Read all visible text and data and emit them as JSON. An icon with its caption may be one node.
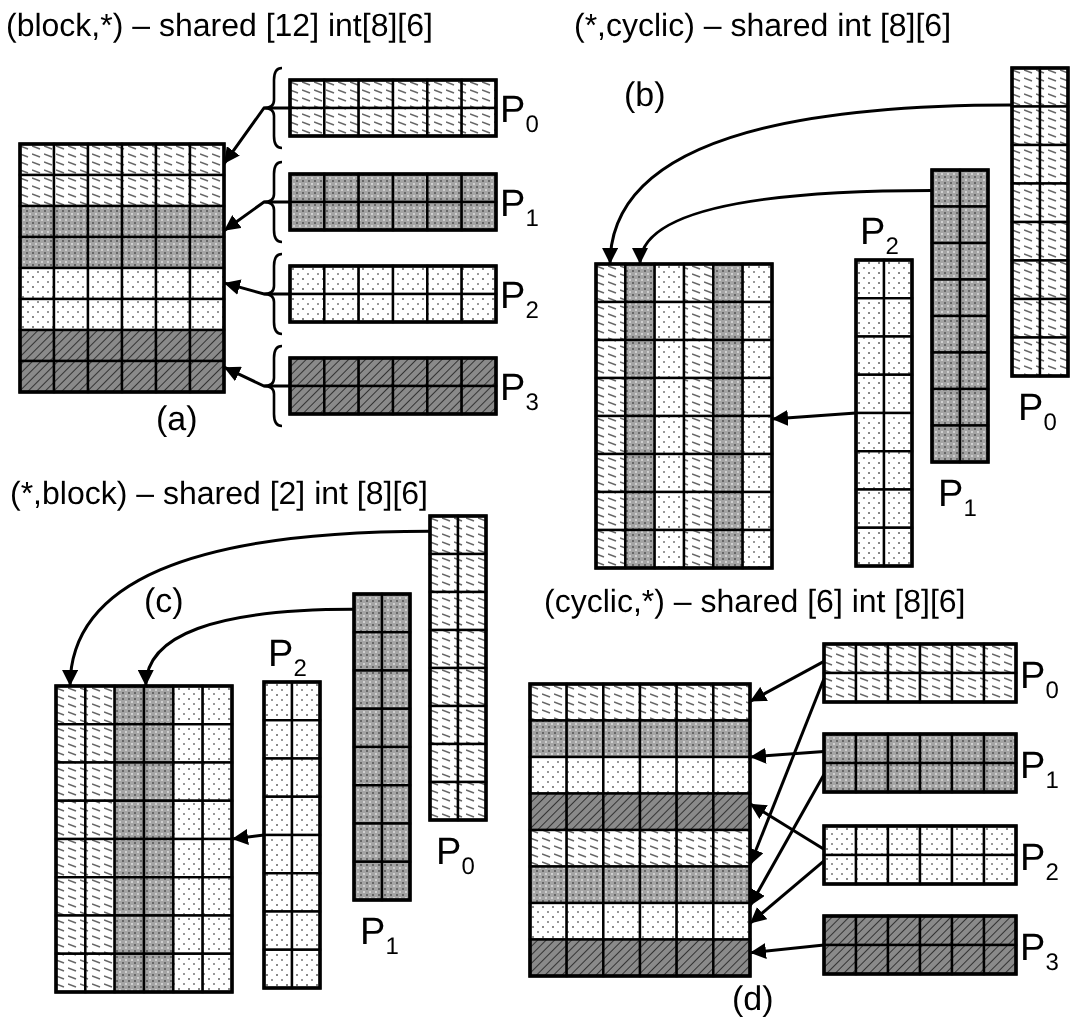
{
  "diagram": {
    "nodes": [
      {
        "text": [],
        "shape": "grid"
      },
      {
        "text": [
          "P$_{0}$"
        ]
      },
      {
        "text": [
          "P$_{1}$"
        ]
      },
      {
        "text": [
          "P$_{2}$"
        ]
      },
      {
        "text": [
          "P$_{3}$"
        ]
      },
      {
        "text": [],
        "shape": "grid"
      },
      {
        "text": [
          "P$_{0}$"
        ]
      },
      {
        "text": [
          "P$_{1}$"
        ]
      },
      {
        "text": [
          "P$_{2}$"
        ]
      },
      {
        "text": [],
        "shape": "grid"
      },
      {
        "text": [
          "P$_{0}$"
        ]
      },
      {
        "text": [
          "P$_{1}$"
        ]
      },
      {
        "text": [
          "P$_{2}$"
        ]
      },
      {
        "text": [],
        "shape": "grid"
      },
      {
        "text": [
          "P$_{0}$"
        ]
      },
      {
        "text": [
          "P$_{1}$"
        ]
      },
      {
        "text": [
          "P$_{2}$"
        ]
      },
      {
        "text": [
          "P$_{3}$"
        ]
      }
    ],
    "edges": [
      {
        "from": 1,
        "to": 0,
        "arrow": "to"
      },
      {
        "from": 2,
        "to": 0,
        "arrow": "to"
      },
      {
        "from": 3,
        "to": 0,
        "arrow": "to"
      },
      {
        "from": 4,
        "to": 0,
        "arrow": "to"
      },
      {
        "from": 6,
        "to": 5,
        "arrow": "to"
      },
      {
        "from": 7,
        "to": 5,
        "arrow": "to"
      },
      {
        "from": 8,
        "to": 5,
        "arrow": "to"
      },
      {
        "from": 10,
        "to": 9,
        "arrow": "to"
      },
      {
        "from": 11,
        "to": 9,
        "arrow": "to"
      },
      {
        "from": 12,
        "to": 9,
        "arrow": "to"
      },
      {
        "from": 14,
        "to": 13,
        "arrow": "to"
      },
      {
        "from": 14,
        "to": 13,
        "arrow": "to"
      },
      {
        "from": 15,
        "to": 13,
        "arrow": "to"
      },
      {
        "from": 15,
        "to": 13,
        "arrow": "to"
      },
      {
        "from": 16,
        "to": 13,
        "arrow": "to"
      },
      {
        "from": 16,
        "to": 13,
        "arrow": "to"
      },
      {
        "from": 17,
        "to": 13,
        "arrow": "to"
      }
    ],
    "labels": [
      "(block,*) – shared [12] int[8][6]",
      "(*,cyclic) – shared int [8][6]",
      "(b)",
      "(a)",
      "(*,block) – shared [2] int [8][6]",
      "(c)",
      "(cyclic,*) – shared [6] int [8][6]",
      "(d)"
    ]
  }
}
